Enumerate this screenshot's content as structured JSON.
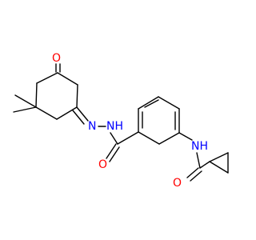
{
  "molecule": {
    "structure": "skeletal-formula",
    "colors": {
      "bond": "#000000",
      "oxygen": "#ff0000",
      "nitrogen": "#0000ff",
      "background": "#ffffff"
    },
    "atom_labels": {
      "ketone_oxygen": "O",
      "hydrazone_nitrogen": "N",
      "hydrazide_nh": "NH",
      "carbonyl_oxygen": "O",
      "amide_nh": "NH",
      "amide_oxygen": "O"
    }
  }
}
